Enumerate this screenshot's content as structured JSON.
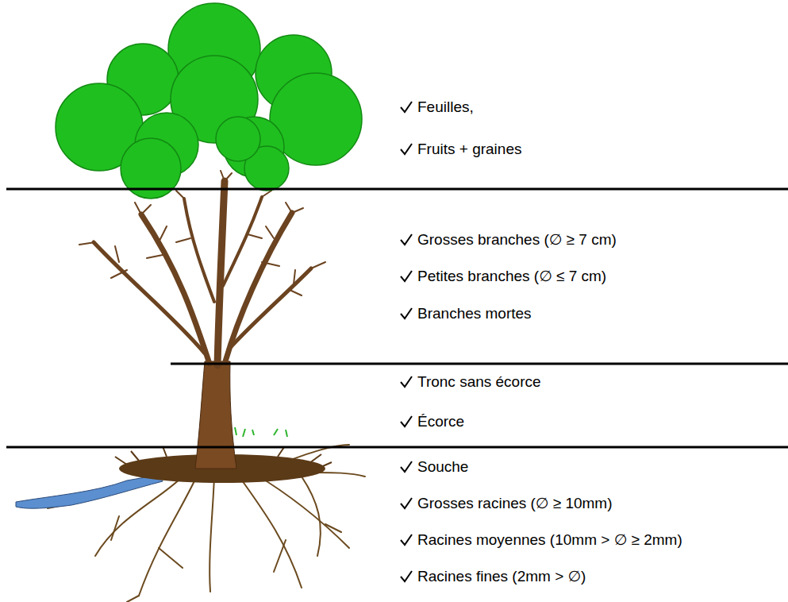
{
  "diagram": {
    "labels": [
      "Feuilles,",
      "Fruits + graines",
      "Grosses branches (∅ ≥ 7 cm)",
      "Petites branches (∅ ≤ 7 cm)",
      "Branches mortes",
      "Tronc sans écorce",
      "Écorce",
      "Souche",
      "Grosses racines (∅ ≥ 10mm)",
      "Racines moyennes (10mm > ∅ ≥ 2mm)",
      "Racines fines (2mm > ∅)"
    ]
  }
}
